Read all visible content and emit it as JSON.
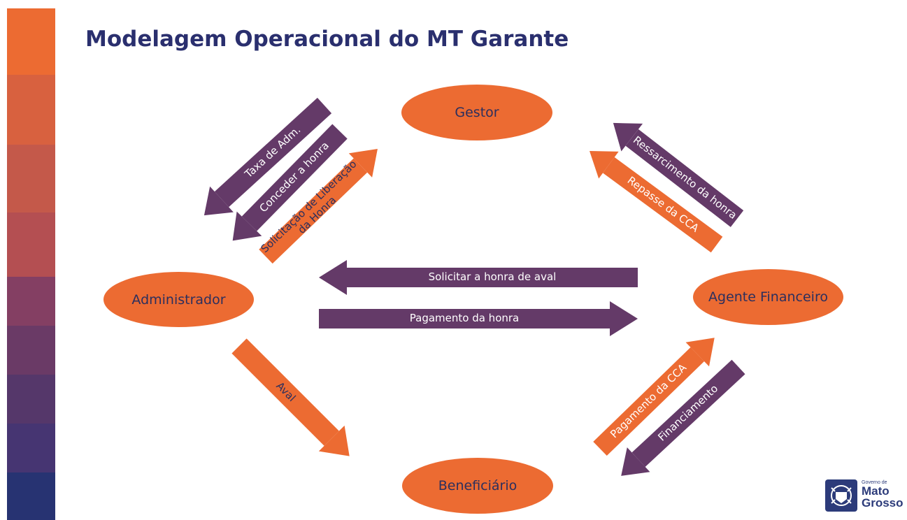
{
  "title": "Modelagem Operacional do MT Garante",
  "colors": {
    "orange": "#ec6b32",
    "purple": "#643a68",
    "title": "#2a2f6e",
    "sidebar": [
      "#ec6b32",
      "#d8613f",
      "#c4594a",
      "#b44f52",
      "#843f63",
      "#6a3a66",
      "#55376a",
      "#463572",
      "#273372"
    ]
  },
  "nodes": {
    "gestor": "Gestor",
    "administrador": "Administrador",
    "agente": "Agente Financeiro",
    "beneficiario": "Beneficiário"
  },
  "arrows": {
    "taxa": "Taxa de Adm.",
    "conceder": "Conceder a honra",
    "solicitacao_liberacao": "Solicitação de Liberação da Honra",
    "ressarcimento": "Ressarcimento da honra",
    "repasse": "Repasse da CCA",
    "solicitar_honra": "Solicitar a honra de aval",
    "pagamento_honra": "Pagamento da honra",
    "aval": "Aval",
    "pagamento_cca": "Pagamento da CCA",
    "financiamento": "Financiamento"
  },
  "logo": {
    "small": "Governo de",
    "line1": "Mato",
    "line2": "Grosso"
  }
}
